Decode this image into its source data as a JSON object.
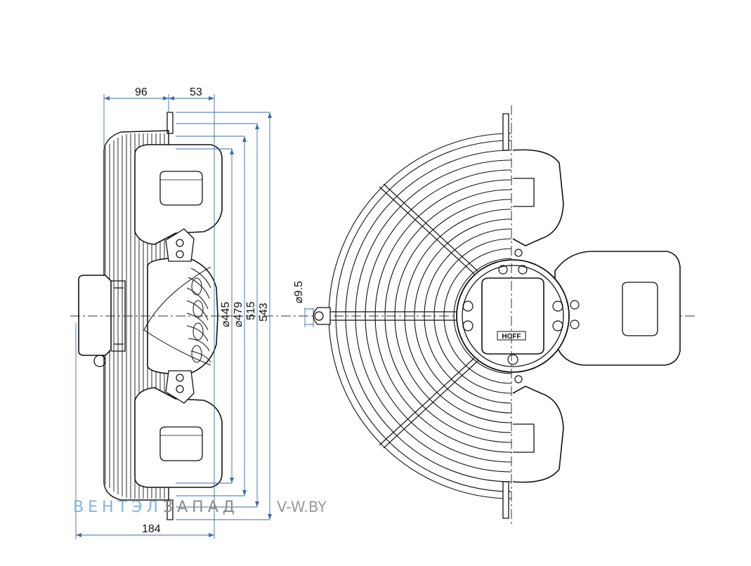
{
  "dimensions": {
    "d96": "96",
    "d53": "53",
    "d184": "184",
    "d445": "⌀445",
    "d479": "⌀479",
    "d515": "515",
    "d543": "543",
    "d95": "⌀9.5"
  },
  "label_plate": "HOFF",
  "watermark": {
    "part1": "ВЕНТЭЛ",
    "part2": "ЗАПАД",
    "site": "V-W.BY"
  }
}
